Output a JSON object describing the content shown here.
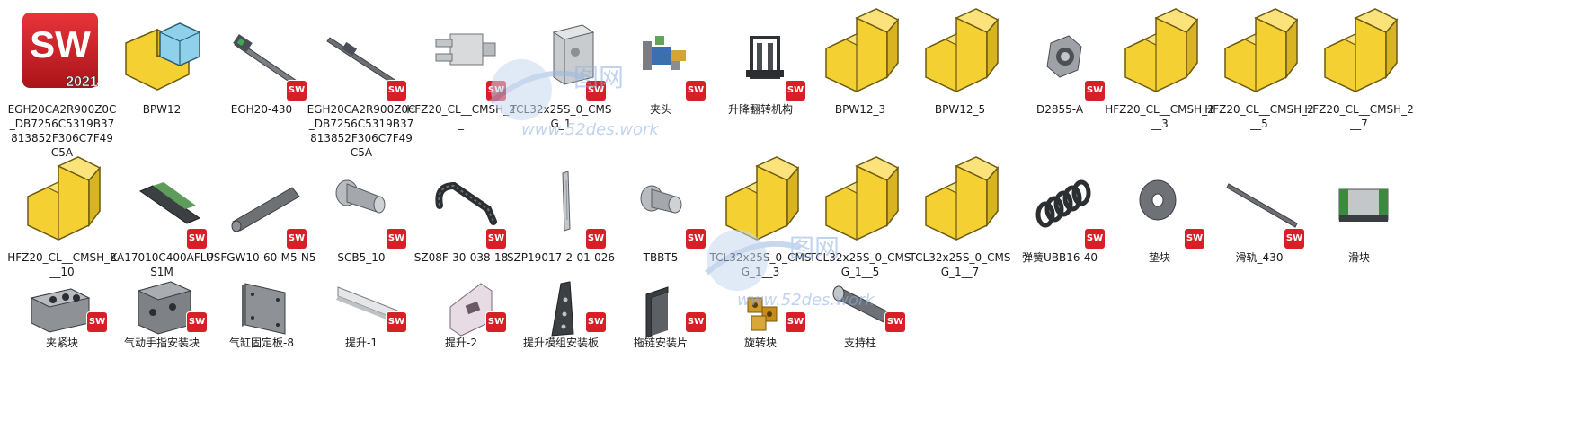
{
  "items": [
    {
      "label": "EGH20CA2R900Z0C_DB7256C5319B37813852F306C7F49C5A",
      "icon": "solidworks-2021-icon"
    },
    {
      "label": "BPW12",
      "icon": "assembly-icon"
    },
    {
      "label": "EGH20-430",
      "icon": "linear-guide-icon"
    },
    {
      "label": "EGH20CA2R900Z0C_DB7256C5319B37813852F306C7F49C5A",
      "icon": "linear-guide-long-icon"
    },
    {
      "label": "HFZ20_CL__CMSH_2_",
      "icon": "gripper-icon"
    },
    {
      "label": "TCL32x25S_0_CMSG_1",
      "icon": "cylinder-block-icon"
    },
    {
      "label": "夹头",
      "icon": "clamp-head-icon"
    },
    {
      "label": "升降翻转机构",
      "icon": "lift-mechanism-icon"
    },
    {
      "label": "BPW12_3",
      "icon": "part-icon"
    },
    {
      "label": "BPW12_5",
      "icon": "part-icon"
    },
    {
      "label": "D2855-A",
      "icon": "bearing-icon"
    },
    {
      "label": "HFZ20_CL__CMSH_2__3",
      "icon": "part-icon"
    },
    {
      "label": "HFZ20_CL__CMSH_2__5",
      "icon": "part-icon"
    },
    {
      "label": "HFZ20_CL__CMSH_2__7",
      "icon": "part-icon"
    },
    {
      "label": "HFZ20_CL__CMSH_2__10",
      "icon": "part-icon"
    },
    {
      "label": "KA17010C400AFLUS1M",
      "icon": "actuator-icon"
    },
    {
      "label": "PSFGW10-60-M5-N5",
      "icon": "shaft-icon"
    },
    {
      "label": "SCB5_10",
      "icon": "screw-icon"
    },
    {
      "label": "SZ08F-30-038-18",
      "icon": "cable-chain-icon"
    },
    {
      "label": "SZP19017-2-01-026",
      "icon": "bracket-icon"
    },
    {
      "label": "TBBT5",
      "icon": "screw-icon"
    },
    {
      "label": "TCL32x25S_0_CMSG_1__3",
      "icon": "part-icon"
    },
    {
      "label": "TCL32x25S_0_CMSG_1__5",
      "icon": "part-icon"
    },
    {
      "label": "TCL32x25S_0_CMSG_1__7",
      "icon": "part-icon"
    },
    {
      "label": "弹簧UBB16-40",
      "icon": "spring-icon"
    },
    {
      "label": "垫块",
      "icon": "washer-icon"
    },
    {
      "label": "滑轨_430",
      "icon": "rail-icon"
    },
    {
      "label": "滑块",
      "icon": "slider-icon"
    },
    {
      "label": "夹紧块",
      "icon": "clamp-block-icon"
    },
    {
      "label": "气动手指安装块",
      "icon": "mount-block-icon"
    },
    {
      "label": "气缸固定板-8",
      "icon": "plate-icon"
    },
    {
      "label": "提升-1",
      "icon": "bar-icon"
    },
    {
      "label": "提升-2",
      "icon": "angle-plate-icon"
    },
    {
      "label": "提升模组安装板",
      "icon": "mount-plate-icon"
    },
    {
      "label": "拖链安装片",
      "icon": "l-bracket-icon"
    },
    {
      "label": "旋转块",
      "icon": "rotary-block-icon"
    },
    {
      "label": "支持柱",
      "icon": "column-icon"
    }
  ],
  "badge_text": "SW",
  "app_tile": {
    "logo": "SW",
    "year": "2021"
  },
  "watermark": {
    "brand": "图网",
    "url": "www.52des.work"
  },
  "colors": {
    "solidworks_red": "#d61f26",
    "part_yellow": "#f4d033",
    "assembly_blue": "#8fd0ea"
  }
}
